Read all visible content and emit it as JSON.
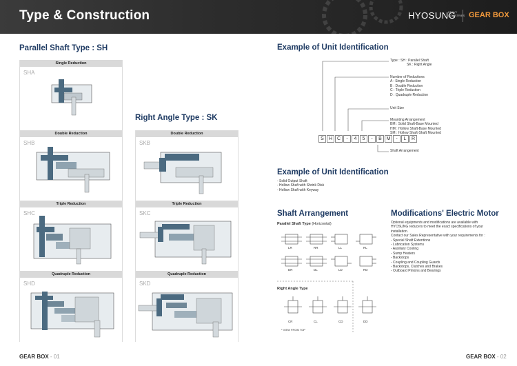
{
  "header": {
    "title": "Type & Construction",
    "brand": "HYOSUNG",
    "brand_sub": "HEAVY INDUSTRIES",
    "gearbox": "GEAR BOX"
  },
  "parallel": {
    "title": "Parallel Shaft Type : SH",
    "panels": [
      {
        "head": "Single Reduction",
        "code": "SHA"
      },
      {
        "head": "Double Reduction",
        "code": "SHB"
      },
      {
        "head": "Triple Reduction",
        "code": "SHC"
      },
      {
        "head": "Quadruple Reduction",
        "code": "SHD"
      }
    ]
  },
  "right_angle": {
    "title": "Right Angle Type : SK",
    "panels": [
      {
        "head": "Double Reduction",
        "code": "SKB"
      },
      {
        "head": "Triple Reduction",
        "code": "SKC"
      },
      {
        "head": "Quadruple Reduction",
        "code": "SKD"
      }
    ]
  },
  "unit_id": {
    "title": "Example of Unit Identification",
    "code": [
      "S",
      "H",
      "C",
      "-",
      "4",
      "5",
      "-",
      "B",
      "M",
      "-",
      "L",
      "R"
    ],
    "type_lines": [
      "Type : SH : Parallel Shaft",
      "SK : Right Angle"
    ],
    "reductions_title": "Number of Reductions",
    "reductions": [
      "A : Single Reduction",
      "B : Double Reduction",
      "C : Triple Reduction",
      "D : Quadruple Reduction"
    ],
    "unit_size": "Unit Size",
    "mounting_title": "Mounting Arrangement",
    "mounting": [
      "BM : Solid Shaft-Base Mounted",
      "HM : Hollow Shaft-Base Mounted",
      "SM : Hollow Shaft-Shaft Mounted"
    ],
    "shaft_arr": "Shaft Arrangement"
  },
  "unit_id2": {
    "title": "Example of Unit Identification",
    "items": [
      "- Solid Output Shaft",
      "- Hollow Shaft with Shrink Disk",
      "- Hollow Shaft with Keyway"
    ]
  },
  "shaft_arrangement": {
    "title": "Shaft Arrangement",
    "parallel_label": "Parallel Shaft Type",
    "parallel_suffix": "(Horizontal)",
    "row1": [
      "LR",
      "RR",
      "LL",
      "RL"
    ],
    "row2": [
      "DR",
      "DL",
      "LD",
      "RD"
    ],
    "right_angle_label": "Right Angle Type",
    "row3": [
      "CR",
      "CL",
      "CD",
      "DD"
    ],
    "note": "* VIEW FROM TOP"
  },
  "modifications": {
    "title": "Modifications' Electric Motor",
    "intro": [
      "Optional equipments and modifications are available with",
      "HYOSUNG reducers to meet the exact specifications of your",
      "installation.",
      "Contact our Sales Representative with your requirements for :"
    ],
    "items": [
      "- Special Shaft Extentions",
      "- Lubrication Systems",
      "- Auxiliary Cooling",
      "- Sump Heaters",
      "- Backstops",
      "- Coupling and Coupling Guards",
      "- Backstops, Clutches and Brakes",
      "- Outboard Pinions and Bearings"
    ]
  },
  "footer": {
    "left_label": "GEAR BOX",
    "left_page": "- 01",
    "right_label": "GEAR BOX",
    "right_page": "- 02"
  }
}
